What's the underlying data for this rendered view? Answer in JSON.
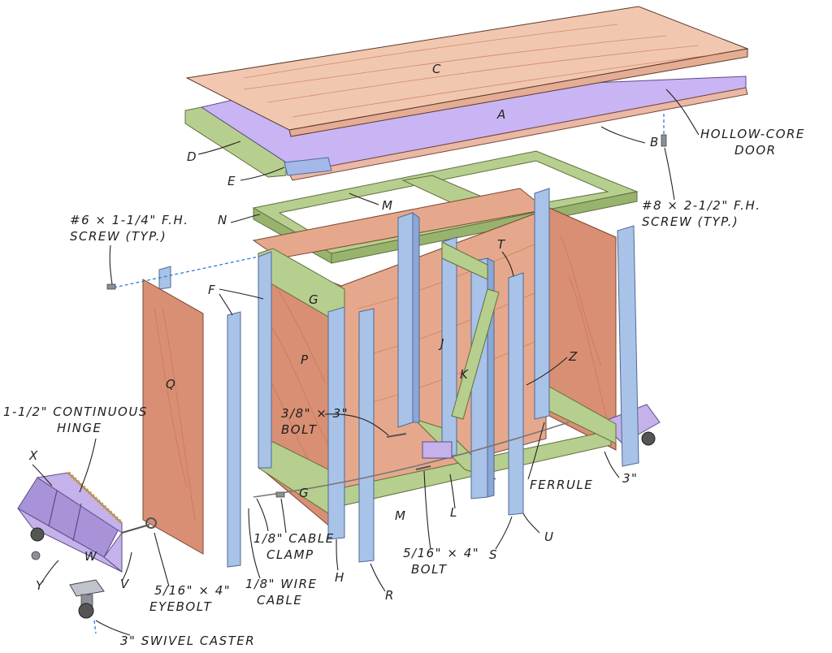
{
  "labels": {
    "c": "C",
    "a": "A",
    "b": "B",
    "d": "D",
    "e": "E",
    "m_top": "M",
    "n": "N",
    "g_top": "G",
    "g_bottom": "G",
    "f": "F",
    "p": "P",
    "q": "Q",
    "j": "J",
    "k": "K",
    "t": "T",
    "z": "Z",
    "l": "L",
    "m_bottom": "M",
    "h": "H",
    "r": "R",
    "s": "S",
    "u": "U",
    "x": "X",
    "w": "W",
    "y": "Y",
    "v": "V"
  },
  "callouts": {
    "hollow_core_door_1": "HOLLOW-CORE",
    "hollow_core_door_2": "DOOR",
    "screw8_1": "#8 × 2-1/2\" F.H.",
    "screw8_2": "SCREW (TYP.)",
    "screw6_1": "#6 × 1-1/4\" F.H.",
    "screw6_2": "SCREW (TYP.)",
    "hinge_1": "1-1/2\" CONTINUOUS",
    "hinge_2": "HINGE",
    "bolt38_1": "3/8\" × 3\"",
    "bolt38_2": "BOLT",
    "ferrule": "FERRULE",
    "dim_3": "3\"",
    "cable_clamp_1": "1/8\" CABLE",
    "cable_clamp_2": "CLAMP",
    "wire_cable_1": "1/8\" WIRE",
    "wire_cable_2": "CABLE",
    "bolt516_1": "5/16\" × 4\"",
    "bolt516_2": "BOLT",
    "eyebolt_1": "5/16\" × 4\"",
    "eyebolt_2": "EYEBOLT",
    "caster": "3\" SWIVEL CASTER"
  },
  "colors": {
    "plywood_top": "#f2c7b0",
    "door_core": "#c9b5f4",
    "frame": "#b7cf8e",
    "post": "#a9c2e8",
    "panel": "#d98f73",
    "bin": "#c6b2ea",
    "dashed_guide": "#2f7fd8"
  }
}
